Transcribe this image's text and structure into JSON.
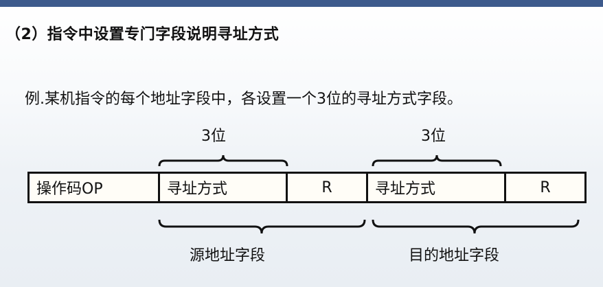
{
  "heading": "（2）指令中设置专门字段说明寻址方式",
  "description": "例.某机指令的每个地址字段中，各设置一个3位的寻址方式字段。",
  "bit_labels": [
    "3位",
    "3位"
  ],
  "fields": [
    "操作码OP",
    "寻址方式",
    "R",
    "寻址方式",
    "R"
  ],
  "groups": [
    "源地址字段",
    "目的地址字段"
  ]
}
